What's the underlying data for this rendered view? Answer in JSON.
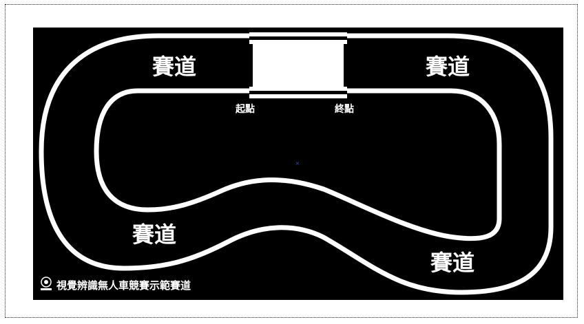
{
  "track_labels": [
    "賽道",
    "賽道",
    "賽道",
    "賽道"
  ],
  "start_label": "起點",
  "finish_label": "終點",
  "footer_text": "視覺辨識無人車競賽示範賽道",
  "colors": {
    "background": "#000000",
    "track_line": "#ffffff",
    "frame": "#222222",
    "center_mark": "#2b4fb8"
  },
  "icons": {
    "footer_logo": "emblem-icon"
  }
}
